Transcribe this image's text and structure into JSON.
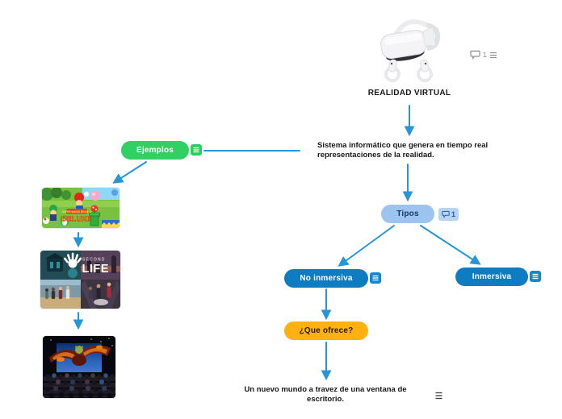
{
  "colors": {
    "connector": "#2597d8",
    "node_blue": "#0d7cc1",
    "node_light_blue": "#9dc3ef",
    "node_green": "#31d062",
    "node_orange": "#feb110",
    "notes_icon_blue": "#1585cf",
    "notes_icon_green": "#2bcf5e",
    "badge_bg": "#b9d3f5",
    "badge_fg": "#1d5fae",
    "meta_gray": "#8f8f8f"
  },
  "root": {
    "label": "REALIDAD VIRTUAL",
    "comment_count": "1"
  },
  "definition": {
    "text": "Sistema informático que genera en tiempo real representaciones de la realidad."
  },
  "tipos": {
    "label": "Tipos",
    "comment_count": "1"
  },
  "no_inmersiva": {
    "label": "No inmersiva"
  },
  "inmersiva": {
    "label": "Inmersiva"
  },
  "que_ofrece": {
    "label": "¿Que ofrece?"
  },
  "ventana": {
    "text": "Un nuevo mundo a travez de una ventana de escritorio."
  },
  "ejemplos": {
    "label": "Ejemplos"
  },
  "images": {
    "headset": {
      "name": "vr-headset-with-controllers-photo"
    },
    "mario": {
      "name": "new-super-mario-bros-u-deluxe-artwork",
      "logo_small": "SUPER MARIO BROS. U",
      "logo_text": "DELUXE"
    },
    "second_life": {
      "name": "second-life-collage",
      "visible_text_1": "SECOND",
      "visible_text_2": "LIFE"
    },
    "theater": {
      "name": "4d-cinema-audience-dragon-scene"
    }
  }
}
